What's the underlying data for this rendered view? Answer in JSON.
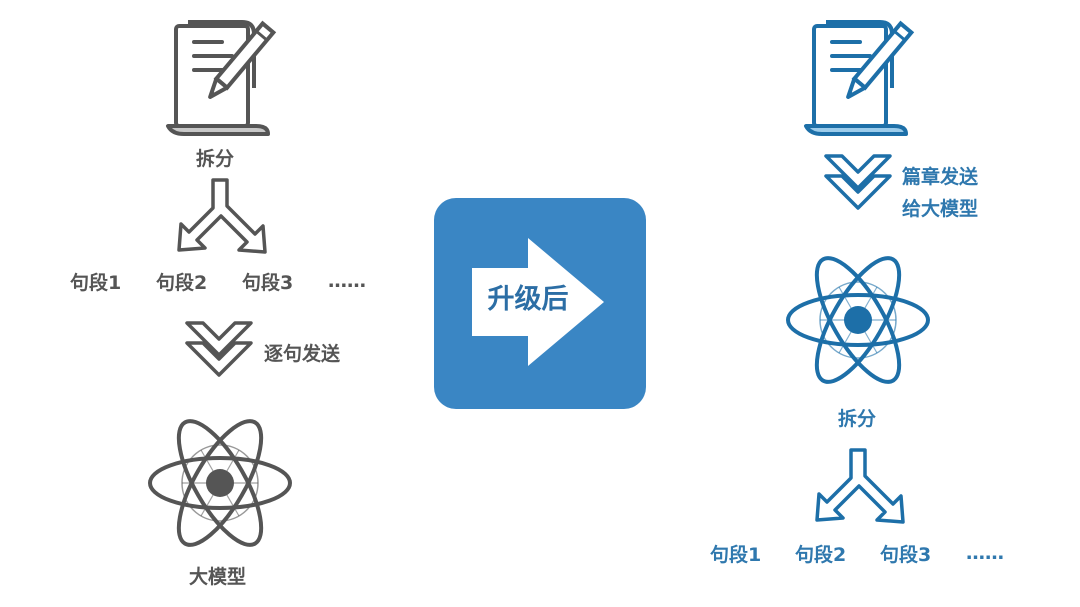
{
  "left": {
    "split_label": "拆分",
    "segments": [
      "句段1",
      "句段2",
      "句段3"
    ],
    "ellipsis": "……",
    "send_label": "逐句发送",
    "model_label": "大模型"
  },
  "center": {
    "label": "升级后"
  },
  "right": {
    "send_line1": "篇章发送",
    "send_line2": "给大模型",
    "split_label": "拆分",
    "segments": [
      "句段1",
      "句段2",
      "句段3"
    ],
    "ellipsis": "……"
  },
  "colors": {
    "gray_icon": "#555555",
    "gray_fill": "#c8c8c8",
    "blue_icon": "#1d6fa8",
    "blue_fill": "#9ccceb",
    "center_box": "#3a86c4"
  }
}
